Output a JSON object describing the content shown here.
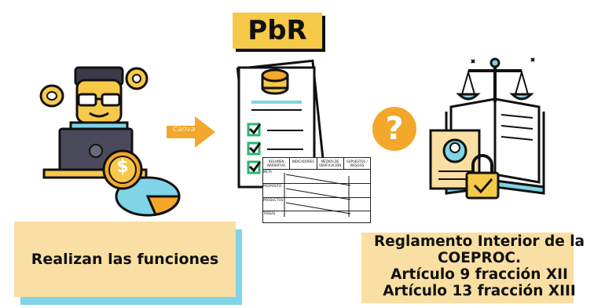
{
  "title": "PbR",
  "left_box": {
    "label": "Realizan las funciones"
  },
  "right_box": {
    "lines": [
      "Reglamento Interior de la",
      "COEPROC.",
      "Artículo 9 fracción XII",
      "Artículo 13 fracción XIII"
    ]
  },
  "question_mark": "?",
  "dollar_sign": "$",
  "watermark": "Canva",
  "matrix_headers": [
    "RESUMEN NARRATIVO",
    "INDICADORES",
    "MEDIOS DE VERIFICACIÓN",
    "SUPUESTOS / RIESGOS"
  ],
  "matrix_rows": [
    "META",
    "PROPÓSITO",
    "PRODUCTOS",
    "TAREAS"
  ],
  "colors": {
    "yellow": "#f7c948",
    "cream": "#f9dfa3",
    "cyan": "#7fd4e6",
    "orange": "#f3a72b",
    "green": "#2bb673"
  }
}
